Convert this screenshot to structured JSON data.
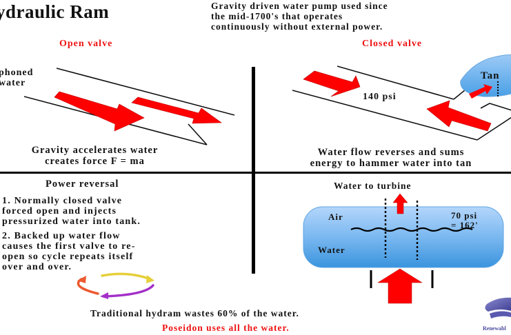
{
  "header": {
    "title": "ydraulic Ram",
    "subtitle_lines": [
      "Gravity driven water pump used since",
      "the mid-1700's that operates",
      "continuously without external power."
    ]
  },
  "panels": {
    "open_valve": {
      "heading": "Open valve",
      "label_lines": [
        "phoned",
        "water"
      ],
      "caption_lines": [
        "Gravity accelerates water",
        "creates force F = ma"
      ]
    },
    "closed_valve": {
      "heading": "Closed valve",
      "pressure_label": "140 psi",
      "tank_label": "Tan",
      "caption_lines": [
        "Water flow reverses and sums",
        "energy to hammer water into tan"
      ]
    },
    "power_reversal": {
      "heading": "Power reversal",
      "items": [
        [
          "1. Normally closed valve",
          "forced open and injects",
          "pressurized water into tank."
        ],
        [
          "2. Backed up water flow",
          "causes the first valve to re-",
          "open so cycle repeats itself",
          "over and over."
        ]
      ]
    },
    "turbine": {
      "heading": "Water to turbine",
      "air_label": "Air",
      "water_label": "Water",
      "pressure_lines": [
        "70 psi",
        "= 162'"
      ]
    }
  },
  "footer": {
    "note": "Traditional hydram wastes 60% of the water.",
    "highlight": "Poseidon uses all the water.",
    "logo_text": "Renewabl"
  },
  "colors": {
    "arrow_red": "#ff0000",
    "heading_red": "#ee1111",
    "tank_blue_top": "#a9cdf7",
    "tank_blue_bottom": "#3c97e0",
    "logo_purple": "#4a4aa0"
  }
}
